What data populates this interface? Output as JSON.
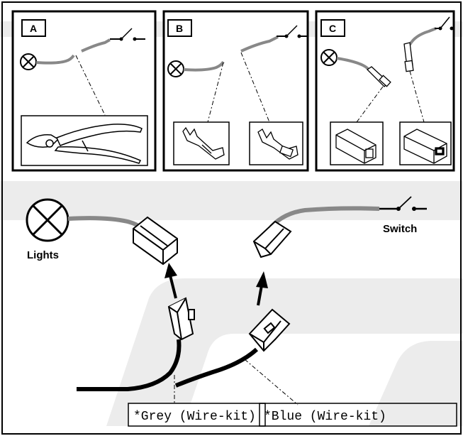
{
  "panels": {
    "a": {
      "letter": "A"
    },
    "b": {
      "letter": "B"
    },
    "c": {
      "letter": "C"
    }
  },
  "main": {
    "lights_label": "Lights",
    "switch_label": "Switch",
    "grey_wire_label": "*Grey (Wire-kit)",
    "blue_wire_label": "*Blue (Wire-kit)"
  },
  "colors": {
    "line": "#000000",
    "wire_grey": "#888888",
    "watermark": "#ececec"
  }
}
